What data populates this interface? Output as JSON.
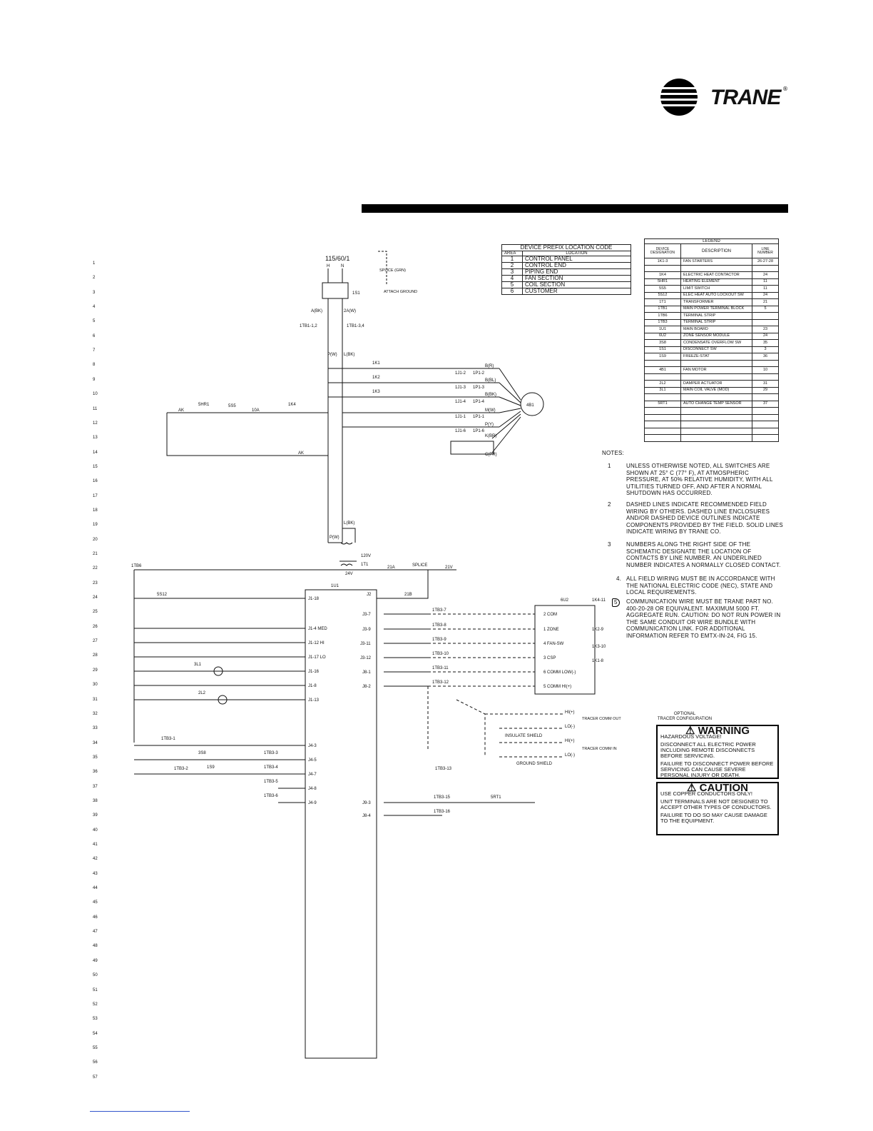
{
  "brand": {
    "name": "TRANE",
    "reg": "®"
  },
  "line_numbers": [
    "1",
    "2",
    "3",
    "4",
    "5",
    "6",
    "7",
    "8",
    "9",
    "10",
    "11",
    "12",
    "13",
    "14",
    "15",
    "16",
    "17",
    "18",
    "19",
    "20",
    "21",
    "22",
    "23",
    "24",
    "25",
    "26",
    "27",
    "28",
    "29",
    "30",
    "31",
    "32",
    "33",
    "34",
    "35",
    "36",
    "37",
    "38",
    "39",
    "40",
    "41",
    "42",
    "43",
    "44",
    "45",
    "46",
    "47",
    "48",
    "49",
    "50",
    "51",
    "52",
    "53",
    "54",
    "55",
    "56",
    "57"
  ],
  "prefix_table": {
    "title": "DEVICE PREFIX LOCATION CODE",
    "col_area": "AREA",
    "col_location": "LOCATION",
    "rows": [
      {
        "area": "1",
        "location": "CONTROL PANEL"
      },
      {
        "area": "2",
        "location": "CONTROL END"
      },
      {
        "area": "3",
        "location": "PIPING END"
      },
      {
        "area": "4",
        "location": "FAN SECTION"
      },
      {
        "area": "5",
        "location": "COIL SECTION"
      },
      {
        "area": "6",
        "location": "CUSTOMER"
      }
    ]
  },
  "legend_table": {
    "title": "LEGEND",
    "col_device": "DEVICE DESIGNATION",
    "col_desc": "DESCRIPTION",
    "col_line": "LINE NUMBER",
    "rows": [
      {
        "device": "1K1-3",
        "desc": "FAN STARTERS",
        "line": "26-27-28"
      },
      {
        "device": "",
        "desc": "",
        "line": ""
      },
      {
        "device": "1K4",
        "desc": "ELECTRIC HEAT CONTACTOR",
        "line": "24"
      },
      {
        "device": "5HR1",
        "desc": "HEATING ELEMENT",
        "line": "11"
      },
      {
        "device": "5S5",
        "desc": "LIMIT SWITCH",
        "line": "11"
      },
      {
        "device": "5S12",
        "desc": "ELEC HEAT AUTO LOCKOUT SW",
        "line": "24"
      },
      {
        "device": "1T1",
        "desc": "TRANSFORMER",
        "line": "21"
      },
      {
        "device": "1TB1",
        "desc": "MAIN POWER TERMINAL BLOCK",
        "line": "5"
      },
      {
        "device": "1TB6",
        "desc": "TERMINAL STRIP",
        "line": ""
      },
      {
        "device": "1TB3",
        "desc": "TERMINAL STRIP",
        "line": ""
      },
      {
        "device": "1U1",
        "desc": "MAIN BOARD",
        "line": "23"
      },
      {
        "device": "6U2",
        "desc": "ZONE SENSOR MODULE",
        "line": "24"
      },
      {
        "device": "3S8",
        "desc": "CONDENSATE OVERFLOW SW",
        "line": "35"
      },
      {
        "device": "1S1",
        "desc": "DISCONNECT SW",
        "line": "3"
      },
      {
        "device": "1S9",
        "desc": "FREEZE-STAT",
        "line": "36"
      },
      {
        "device": "",
        "desc": "",
        "line": ""
      },
      {
        "device": "4B1",
        "desc": "FAN MOTOR",
        "line": "10"
      },
      {
        "device": "",
        "desc": "",
        "line": ""
      },
      {
        "device": "2L2",
        "desc": "DAMPER ACTUATOR",
        "line": "31"
      },
      {
        "device": "3L1",
        "desc": "MAIN COIL VALVE (MOD)",
        "line": "29"
      },
      {
        "device": "",
        "desc": "",
        "line": ""
      },
      {
        "device": "5RT1",
        "desc": "AUTO CHANGE TEMP SENSOR",
        "line": "37"
      },
      {
        "device": "",
        "desc": "",
        "line": ""
      },
      {
        "device": "",
        "desc": "",
        "line": ""
      },
      {
        "device": "",
        "desc": "",
        "line": ""
      },
      {
        "device": "",
        "desc": "",
        "line": ""
      },
      {
        "device": "",
        "desc": "",
        "line": ""
      }
    ]
  },
  "notes": {
    "heading": "NOTES:",
    "items": [
      {
        "num": "1",
        "text": "UNLESS OTHERWISE NOTED, ALL SWITCHES ARE SHOWN AT 25° C (77° F), AT ATMOSPHERIC PRESSURE, AT 50% RELATIVE HUMIDITY, WITH ALL UTILITIES TURNED OFF, AND AFTER A NORMAL SHUTDOWN HAS OCCURRED."
      },
      {
        "num": "2",
        "text": "DASHED LINES INDICATE RECOMMENDED FIELD WIRING BY OTHERS. DASHED LINE ENCLOSURES AND/OR DASHED DEVICE OUTLINES INDICATE COMPONENTS PROVIDED BY THE FIELD. SOLID LINES INDICATE WIRING BY TRANE CO."
      },
      {
        "num": "3",
        "text": "NUMBERS ALONG THE RIGHT SIDE OF THE SCHEMATIC DESIGNATE THE LOCATION OF CONTACTS BY LINE NUMBER. AN UNDERLINED NUMBER INDICATES A NORMALLY CLOSED CONTACT."
      },
      {
        "num": "4.",
        "text": "ALL FIELD WIRING MUST BE IN ACCORDANCE WITH THE NATIONAL ELECTRIC CODE (NEC), STATE AND LOCAL REQUIREMENTS."
      },
      {
        "num": "5",
        "text": "COMMUNICATION WIRE MUST BE TRANE PART NO. 400-20-28 OR EQUIVALENT. MAXIMUM 5000 FT. AGGREGATE RUN. CAUTION: DO NOT RUN POWER IN THE SAME CONDUIT OR WIRE BUNDLE WITH COMMUNICATION LINK. FOR ADDITIONAL INFORMATION REFER TO EMTX-IN-24, FIG 15."
      }
    ]
  },
  "warning": {
    "title": "WARNING",
    "sub": "HAZARDOUS VOLTAGE!",
    "p1": "DISCONNECT ALL ELECTRIC POWER INCLUDING REMOTE DISCONNECTS BEFORE SERVICING.",
    "p2": "FAILURE TO DISCONNECT POWER BEFORE SERVICING CAN CAUSE SEVERE PERSONAL INJURY OR DEATH."
  },
  "caution": {
    "title": "CAUTION",
    "p1": "USE COPPER CONDUCTORS ONLY!",
    "p2": "UNIT TERMINALS ARE NOT DESIGNED TO ACCEPT OTHER TYPES OF CONDUCTORS.",
    "p3": "FAILURE TO DO SO MAY CAUSE DAMAGE TO THE EQUIPMENT."
  },
  "tracer": {
    "line1": "OPTIONAL",
    "line2": "TRACER CONFIGURATION"
  },
  "schematic": {
    "supply": "115/60/1",
    "h": "H",
    "n": "N",
    "splice_grn": "SPLICE (GRN)",
    "attach_ground": "ATTACH GROUND",
    "s1": "1S1",
    "a_bk": "A(BK)",
    "a2_w": "2A(W)",
    "tb1_12": "1TB1-1,2",
    "tb1_34": "1TB1-3,4",
    "p_w": "P(W)",
    "l_bk": "L(BK)",
    "k1": "1K1",
    "k2": "1K2",
    "k3": "1K3",
    "k4": "1K4",
    "hr1": "5HR1",
    "s5": "5S5",
    "w10a": "10A",
    "ak": "AK",
    "motor": "4B1",
    "j1_2": "1J1-2",
    "j1_3": "1J1-3",
    "j1_4": "1J1-4",
    "j1_1": "1J1-1",
    "j1_6": "1J1-6",
    "p1_2": "1P1-2",
    "p1_3": "1P1-3",
    "p1_4": "1P1-4",
    "p1_1": "1P1-1",
    "p1_6": "1P1-6",
    "b_r": "B(R)",
    "b_bl": "B(BL)",
    "b_bk": "B(BK)",
    "m_w": "M(W)",
    "p_y": "P(Y)",
    "k_br": "K(BR)",
    "c_pr": "C(PR)",
    "t1": "1T1",
    "v120": "120V",
    "v24": "24V",
    "tb6": "1TB6",
    "u1": "1U1",
    "u2": "6U2",
    "splice": "SPLICE",
    "w21a": "21A",
    "w21v": "21V",
    "w21b": "21B",
    "j1_18": "J1-18",
    "j1_4m": "J1-4 MED",
    "j1_12": "J1-12 HI",
    "j1_17": "J1-17 LO",
    "j1_16": "J1-16",
    "j1_8": "J1-8",
    "j1_13": "J1-13",
    "j4_3": "J4-3",
    "j4_5": "J4-5",
    "j4_7": "J4-7",
    "j4_8": "J4-8",
    "j4_9": "J4-9",
    "j2": "J2",
    "j3_7": "J3-7",
    "j3_9": "J3-9",
    "j3_11": "J3-11",
    "j3_12": "J3-12",
    "j8_1": "J8-1",
    "j8_2": "J8-2",
    "j9_3": "J9-3",
    "j8_4": "J8-4",
    "com": "2 COM",
    "zone": "1 ZONE",
    "fansw": "4 FAN-SW",
    "csp": "3 CSP",
    "comm_low": "6 COMM LOW(-)",
    "comm_hi": "5 COMM HI(+)",
    "k4_11": "1K4-11",
    "k2_9": "1K2-9",
    "k3_10": "1K3-10",
    "k1_8": "1K1-8",
    "hi_plus": "HI(+)",
    "lo_minus": "LO(-)",
    "insulate": "INSULATE SHIELD",
    "ground_shield": "GROUND SHIELD",
    "tracer_out": "TRACER COMM OUT",
    "tracer_in": "TRACER COMM IN",
    "s12": "5S12",
    "s8": "3S8",
    "s9": "1S9",
    "l1": "3L1",
    "l2": "2L2",
    "rt1": "5RT1",
    "tb3_7": "1TB3-7",
    "tb3_8": "1TB3-8",
    "tb3_9": "1TB3-9",
    "tb3_10": "1TB3-10",
    "tb3_11": "1TB3-11",
    "tb3_12": "1TB3-12",
    "tb3_13": "1TB3-13",
    "tb3_15": "1TB3-15",
    "tb3_16": "1TB3-16",
    "tb3_1": "1TB3-1",
    "tb3_2": "1TB3-2",
    "tb3_3": "1TB3-3",
    "tb3_4": "1TB3-4",
    "tb3_5": "1TB3-5",
    "tb3_6": "1TB3-6"
  }
}
